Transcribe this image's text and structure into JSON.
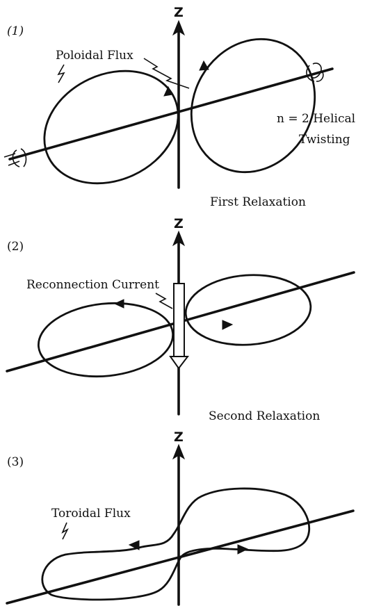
{
  "panels": [
    {
      "id": "1",
      "index_label": "(1)",
      "axis_label": "Z",
      "flux_label": "Poloidal Flux",
      "twisting_label_line1": "n = 2 Helical",
      "twisting_label_line2": "Twisting"
    },
    {
      "id": "2",
      "index_label": "(2)",
      "axis_label": "Z",
      "current_label": "Reconnection Current"
    },
    {
      "id": "3",
      "index_label": "(3)",
      "axis_label": "Z",
      "flux_label": "Toroidal Flux"
    }
  ],
  "transitions": [
    "First Relaxation",
    "Second Relaxation"
  ]
}
